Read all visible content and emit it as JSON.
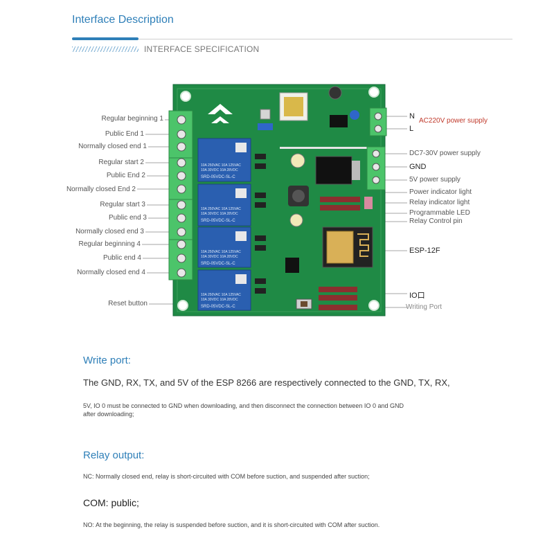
{
  "header": {
    "title": "Interface Description",
    "spec": "INTERFACE SPECIFICATION"
  },
  "left_labels": [
    "Regular beginning 1",
    "Public End 1",
    "Normally closed end 1",
    "Regular start 2",
    "Public End 2",
    "Normally closed End 2",
    "Regular start 3",
    "Public end 3",
    "Normally closed end 3",
    "Regular beginning 4",
    "Public end 4",
    "Normally closed end 4",
    "Reset button"
  ],
  "right_labels": {
    "n": "N",
    "l": "L",
    "ac": "AC220V power supply",
    "dc": "DC7-30V power supply",
    "gnd": "GND",
    "v5": "5V power supply",
    "power_led": "Power indicator light",
    "relay_led": "Relay indicator light",
    "prog_led": "Programmable LED",
    "relay_pin": "Relay Control pin",
    "esp": "ESP-12F",
    "io": "IO口",
    "writing_port": "Writing Port"
  },
  "relay_text": {
    "line1": "10A 250VAC 10A 125VAC",
    "line2": "10A  30VDC 10A  28VDC",
    "model": "SRD-05VDC-SL-C"
  },
  "write_port": {
    "title": "Write port:",
    "line1": "The GND, RX, TX, and 5V of the ESP 8266 are respectively connected to the GND, TX, RX,",
    "line2": "5V, IO 0 must be connected to GND when downloading, and then disconnect the connection between IO 0 and GND",
    "line3": "after downloading;"
  },
  "relay_output": {
    "title": "Relay output:",
    "nc": "NC: Normally closed end, relay is short-circuited with COM before suction, and suspended after suction;",
    "com": "COM: public;",
    "no": "NO: At the beginning, the relay is suspended before suction, and it is short-circuited with COM after suction."
  },
  "colors": {
    "accent": "#2e7fb8",
    "pcb": "#1f8a45",
    "terminal": "#4cc46a",
    "relay": "#2a5fb0",
    "label_red": "#c0392b"
  }
}
